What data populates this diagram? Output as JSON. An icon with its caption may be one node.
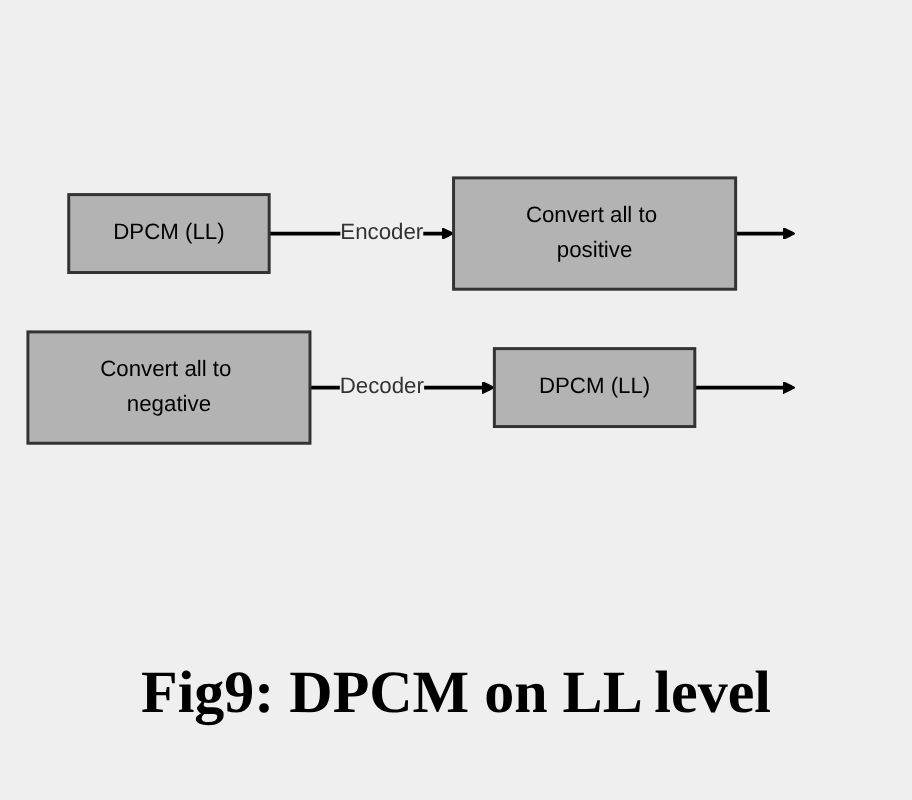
{
  "diagram": {
    "caption": "Fig9: DPCM on LL level",
    "nodes": [
      {
        "text": [
          "DPCM (LL)"
        ]
      },
      {
        "text": [
          "Convert all to positive"
        ]
      },
      {
        "text": [
          "Convert all to negative"
        ]
      },
      {
        "text": [
          "DPCM (LL)"
        ]
      }
    ],
    "edges": [
      {
        "from": 0,
        "to": 1,
        "arrow": "to",
        "label": "Encoder"
      },
      {
        "from": 1,
        "to": null,
        "arrow": "to"
      },
      {
        "from": 2,
        "to": 3,
        "arrow": "to",
        "label": "Decoder"
      },
      {
        "from": 3,
        "to": null,
        "arrow": "to"
      }
    ]
  }
}
